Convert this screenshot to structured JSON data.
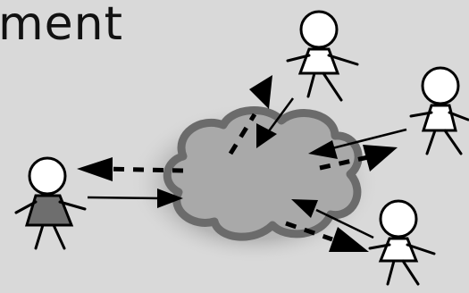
{
  "slide": {
    "title_fragment": "ment"
  },
  "colors": {
    "background": "#d9d9d9",
    "cloud_fill": "#a9a9a9",
    "cloud_border": "#6b6b6b",
    "figure_fill_white": "#ffffff",
    "figure_fill_gray": "#6e6e6e",
    "stroke": "#000000"
  },
  "diagram": {
    "nodes": [
      {
        "id": "figure-left",
        "shirt": "gray"
      },
      {
        "id": "figure-top",
        "shirt": "white"
      },
      {
        "id": "figure-right",
        "shirt": "white"
      },
      {
        "id": "figure-bottom-right",
        "shirt": "white"
      }
    ],
    "edges": [
      {
        "from": "figure-left",
        "to": "cloud",
        "style": "solid"
      },
      {
        "from": "cloud",
        "to": "figure-left",
        "style": "dashed"
      },
      {
        "from": "figure-top",
        "to": "cloud",
        "style": "solid"
      },
      {
        "from": "cloud",
        "to": "figure-top",
        "style": "dashed"
      },
      {
        "from": "figure-right",
        "to": "cloud",
        "style": "solid"
      },
      {
        "from": "cloud",
        "to": "figure-right",
        "style": "dashed"
      },
      {
        "from": "figure-bottom-right",
        "to": "cloud",
        "style": "solid"
      },
      {
        "from": "cloud",
        "to": "figure-bottom-right",
        "style": "dashed"
      }
    ]
  }
}
